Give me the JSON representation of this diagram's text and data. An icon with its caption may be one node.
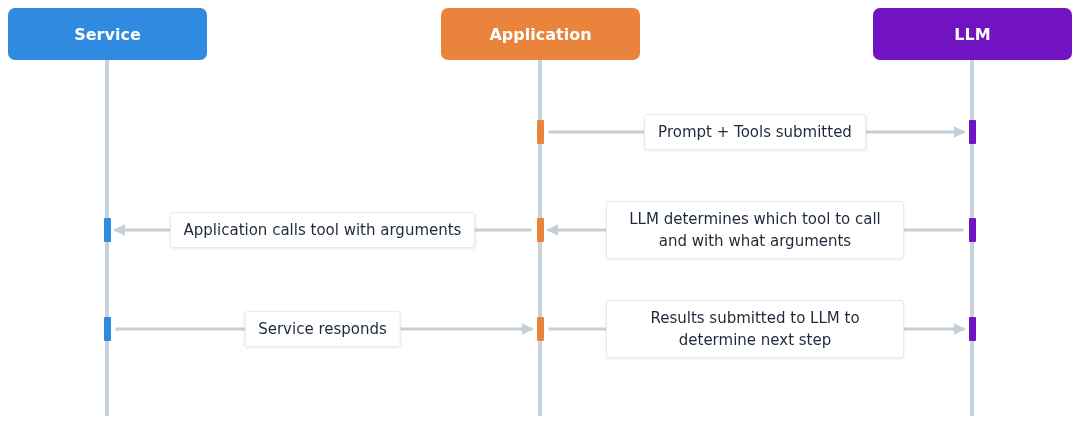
{
  "diagram": {
    "nodes": [
      {
        "text": [
          "Service"
        ]
      },
      {
        "text": [
          "Application"
        ]
      },
      {
        "text": [
          "LLM"
        ]
      },
      {
        "text": [],
        "shape": "bar"
      },
      {
        "text": [],
        "shape": "bar"
      },
      {
        "text": [],
        "shape": "bar"
      },
      {
        "text": [],
        "shape": "bar"
      },
      {
        "text": [],
        "shape": "bar"
      },
      {
        "text": [],
        "shape": "bar"
      },
      {
        "text": [],
        "shape": "bar"
      },
      {
        "text": [],
        "shape": "bar"
      }
    ],
    "edges": [
      {
        "from": 3,
        "to": 4,
        "arrow": "to",
        "label": "Prompt + Tools submitted"
      },
      {
        "from": 7,
        "to": 6,
        "arrow": "to",
        "label": "LLM determines which tool to call and with what arguments"
      },
      {
        "from": 6,
        "to": 5,
        "arrow": "to",
        "label": "Application calls tool with arguments"
      },
      {
        "from": 8,
        "to": 9,
        "arrow": "to",
        "label": "Service responds"
      },
      {
        "from": 9,
        "to": 10,
        "arrow": "to",
        "label": "Results submitted to LLM to determine next step"
      }
    ]
  }
}
